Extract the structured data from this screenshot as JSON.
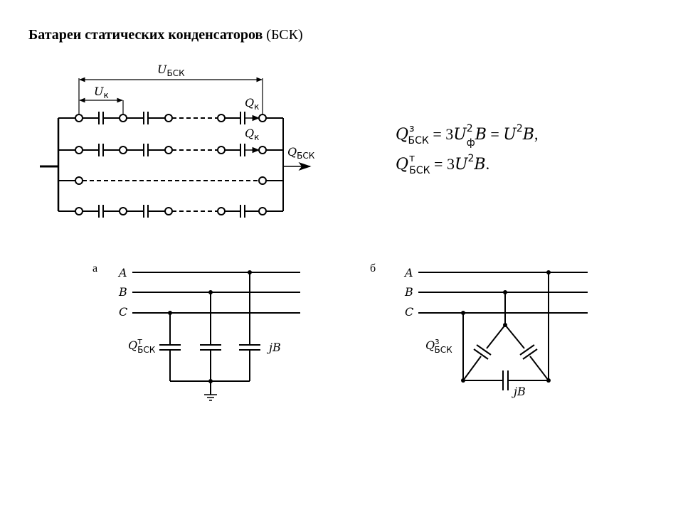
{
  "title": {
    "bold": "Батареи статических конденсаторов",
    "normal": "(БСК)"
  },
  "top_diagram": {
    "u_total": {
      "sym": "U",
      "sub": "БСК"
    },
    "u_unit": {
      "sym": "U",
      "sub": "к"
    },
    "q_unit_1": {
      "sym": "Q",
      "sub": "к"
    },
    "q_unit_2": {
      "sym": "Q",
      "sub": "к"
    },
    "q_total": {
      "sym": "Q",
      "sub": "БСК"
    }
  },
  "formulas": {
    "line1": {
      "q": "Q",
      "sup": "з",
      "sub": "БСК",
      "eq1": " = 3",
      "u": "U",
      "usup": "2",
      "usub": "ф",
      "b": "B",
      "eq2": " = ",
      "u2": "U",
      "u2sup": "2",
      "b2": "B",
      "end": ","
    },
    "line2": {
      "q": "Q",
      "sup": "т",
      "sub": "БСК",
      "eq1": " = 3",
      "u": "U",
      "usup": "2",
      "b": "B",
      "end": "."
    }
  },
  "diagram_a": {
    "label": "а",
    "phase_a": "A",
    "phase_b": "B",
    "phase_c": "C",
    "q_label": {
      "sym": "Q",
      "sup": "т",
      "sub": "БСК"
    },
    "jb": "jB"
  },
  "diagram_b": {
    "label": "б",
    "phase_a": "A",
    "phase_b": "B",
    "phase_c": "C",
    "q_label": {
      "sym": "Q",
      "sup": "з",
      "sub": "БСК"
    },
    "jb": "jB"
  }
}
